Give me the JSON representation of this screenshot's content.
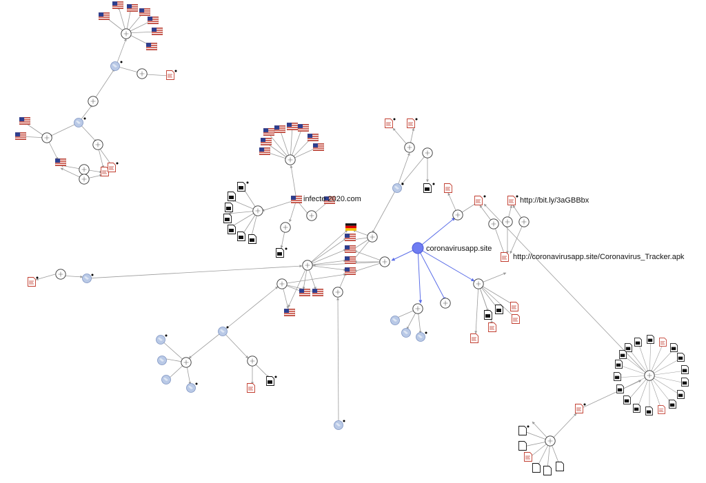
{
  "graph": {
    "labels": {
      "domain_main": "coronavirusapp.site",
      "domain_infected": "infecte 2020.com",
      "url_bitly": "http://bit.ly/3aGBBbx",
      "url_apk": "http://coronavirusapp.site/Coronavirus_Tracker.apk"
    },
    "colors": {
      "edge": "#9a9a9a",
      "edge_highlight": "#5b6ee8",
      "selected_node": "#6f7df2",
      "globe": "#9fb3d8",
      "flag_red": "#c0392b",
      "flag_blue": "#2c3e8f",
      "file_red": "#c0392b",
      "file_black": "#111111"
    }
  }
}
